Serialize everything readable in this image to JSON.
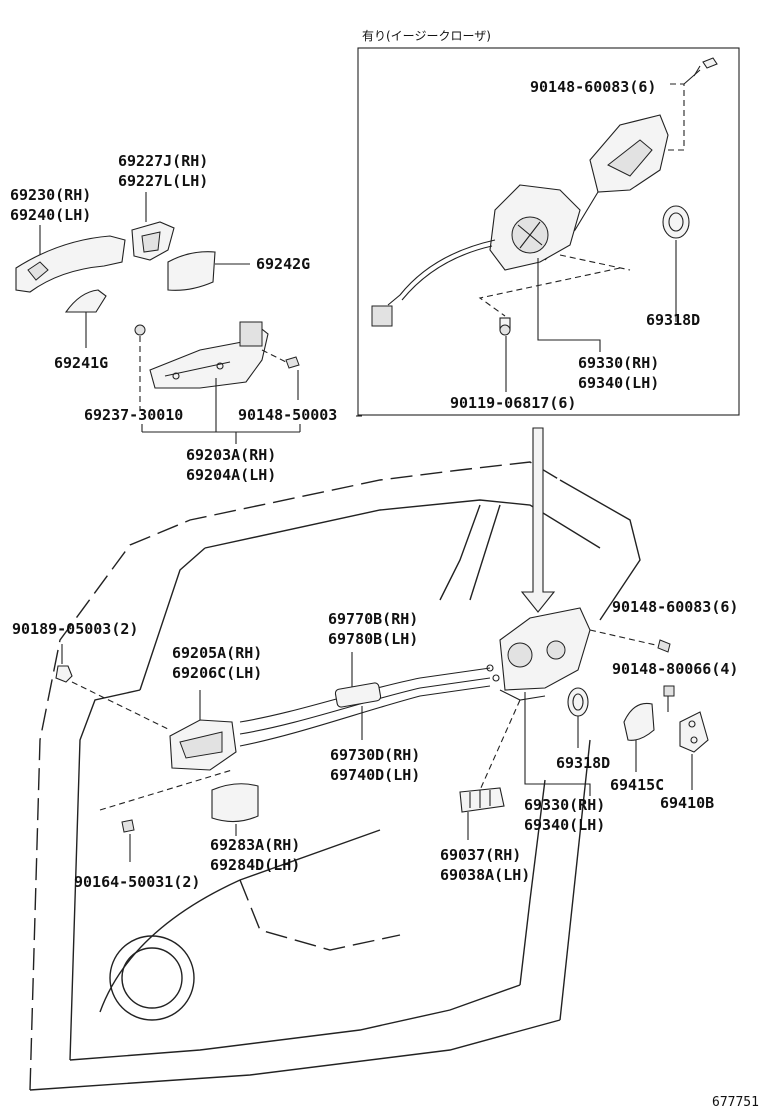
{
  "diagram": {
    "inset_title": "有り(イージークローザ)",
    "image_number": "677751",
    "labels": {
      "ins_90148_60083": "90148-60083(6)",
      "ins_69318D": "69318D",
      "ins_69330_rh": "69330(RH)",
      "ins_69340_lh": "69340(LH)",
      "ins_90119_06817": "90119-06817(6)",
      "p69227J": "69227J(RH)",
      "p69227L": "69227L(LH)",
      "p69230": "69230(RH)",
      "p69240": "69240(LH)",
      "p69242G": "69242G",
      "p69241G": "69241G",
      "p69237": "69237-30010",
      "p90148_50003": "90148-50003",
      "p69203A": "69203A(RH)",
      "p69204A": "69204A(LH)",
      "p90189": "90189-05003(2)",
      "p69770B": "69770B(RH)",
      "p69780B": "69780B(LH)",
      "p69205A": "69205A(RH)",
      "p69206C": "69206C(LH)",
      "p90148_60083": "90148-60083(6)",
      "p90148_80066": "90148-80066(4)",
      "p69730D": "69730D(RH)",
      "p69740D": "69740D(LH)",
      "p69318D": "69318D",
      "p69415C": "69415C",
      "p69410B": "69410B",
      "p69330": "69330(RH)",
      "p69340": "69340(LH)",
      "p69283A": "69283A(RH)",
      "p69284D": "69284D(LH)",
      "p69037": "69037(RH)",
      "p69038A": "69038A(LH)",
      "p90164": "90164-50031(2)"
    }
  }
}
